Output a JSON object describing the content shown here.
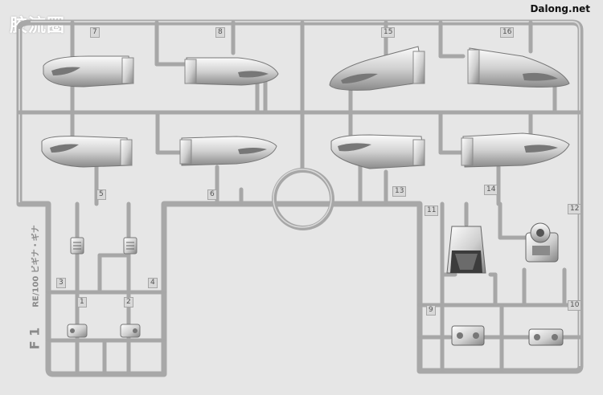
{
  "watermarks": {
    "left": "胶流圈",
    "right": "Dalong.net"
  },
  "runner": {
    "code": "RE/100 ビギナ・ギナ",
    "letter": "F 1"
  },
  "part_numbers": [
    "7",
    "8",
    "15",
    "16",
    "5",
    "6",
    "13",
    "14",
    "3",
    "4",
    "1",
    "2",
    "11",
    "12",
    "9",
    "10"
  ],
  "colors": {
    "background": "#e6e6e6",
    "frame": "#a9a9a9",
    "part_light": "#e9e9e9",
    "part_dark": "#6b6b6b"
  }
}
